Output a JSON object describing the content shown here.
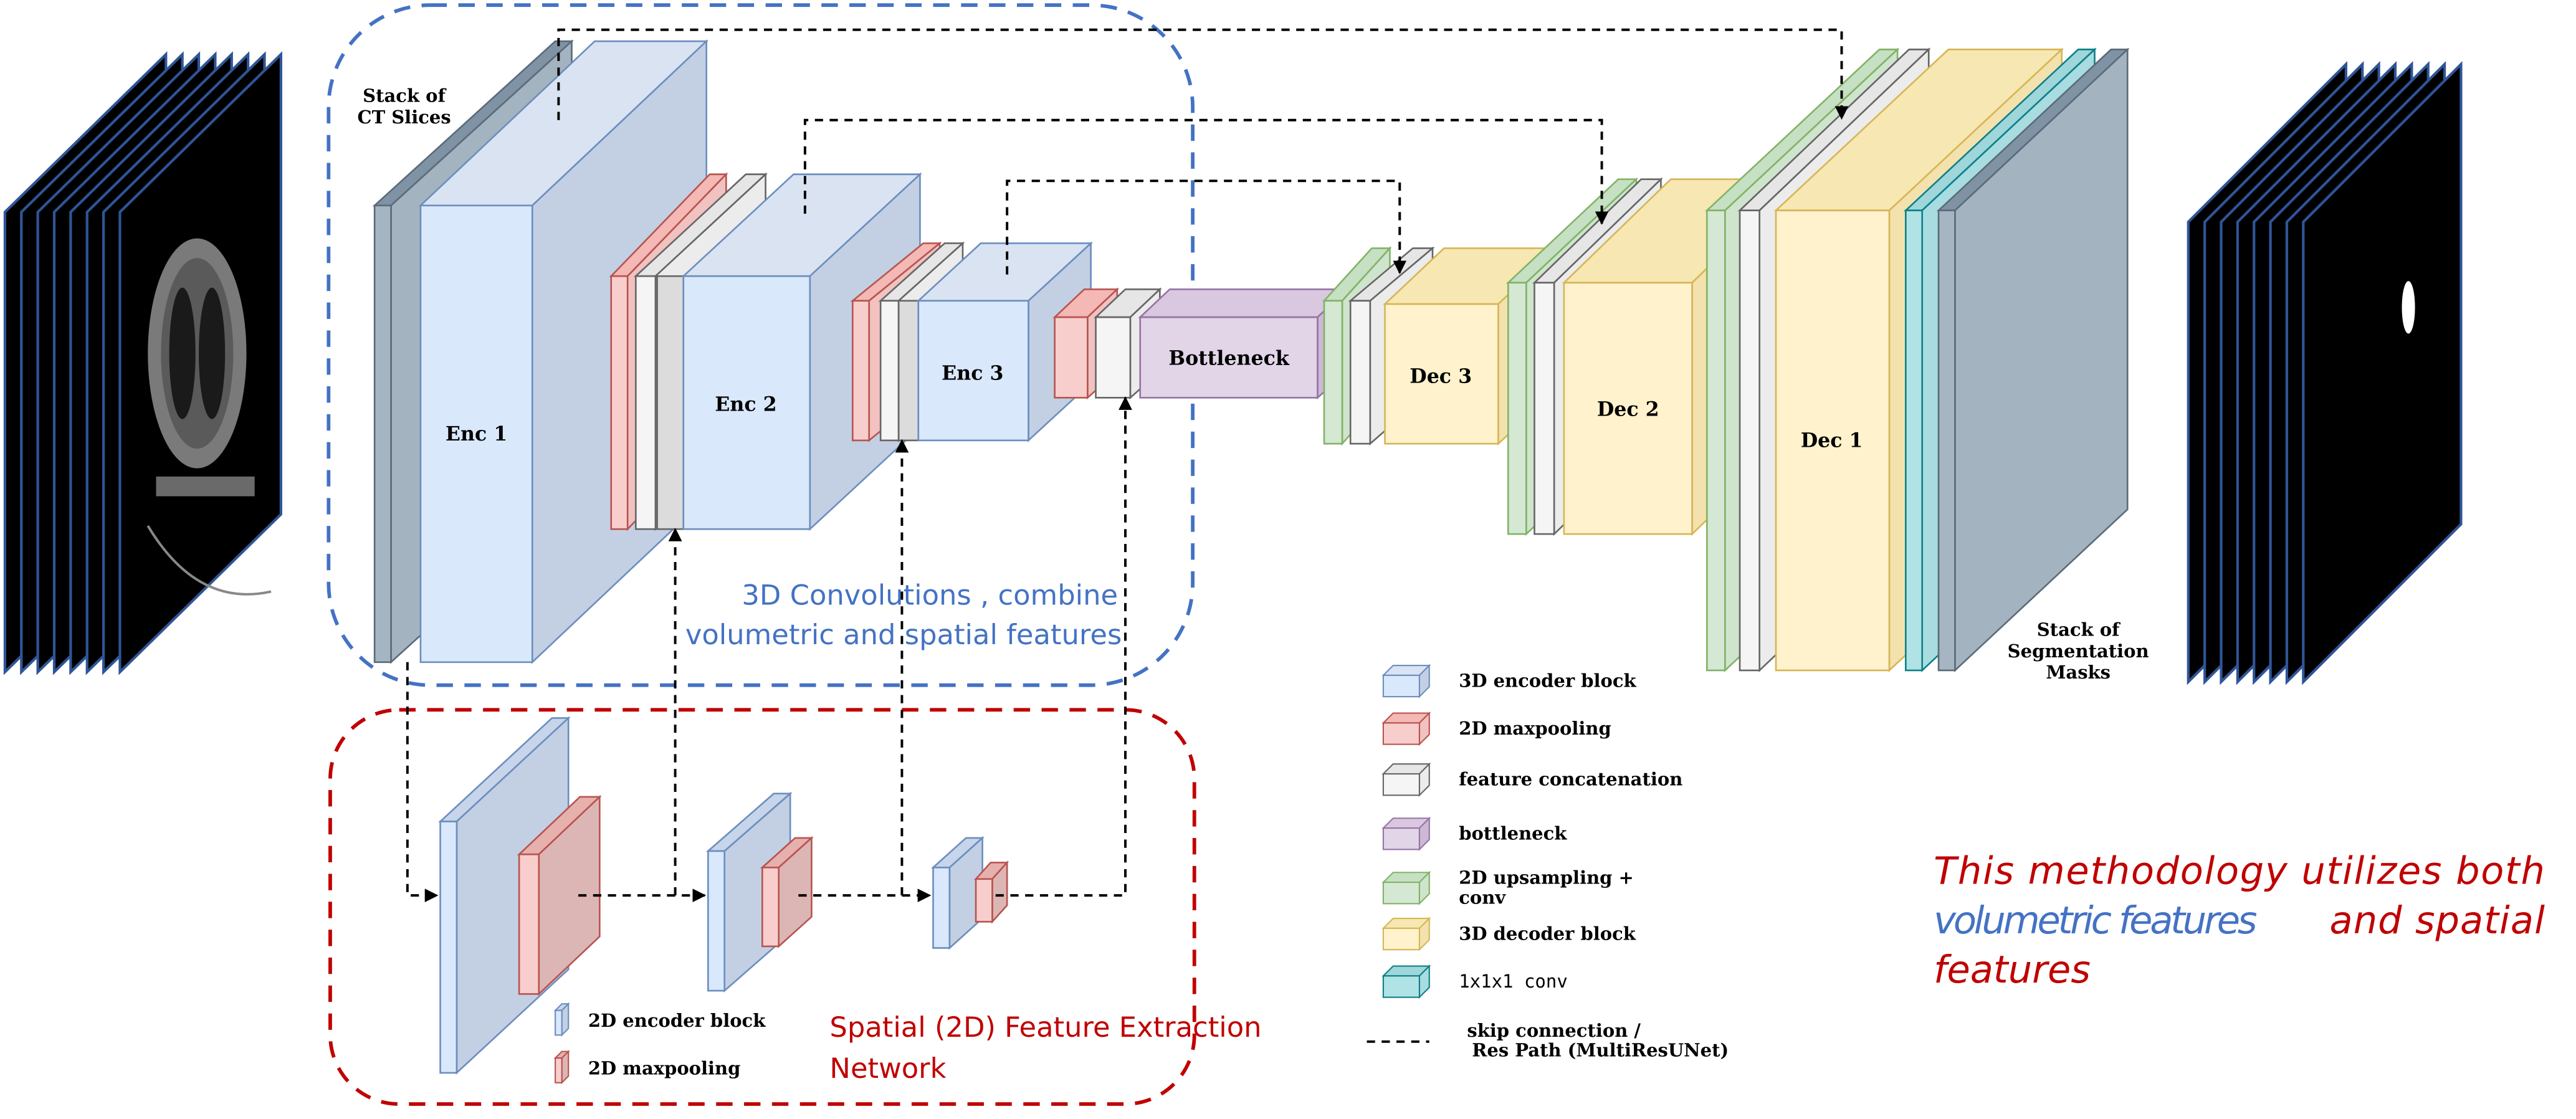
{
  "labels": {
    "stack_ct_line1": "Stack of",
    "stack_ct_line2": "CT Slices",
    "enc1": "Enc 1",
    "enc2": "Enc 2",
    "enc3": "Enc 3",
    "bottleneck": "Bottleneck",
    "dec3": "Dec 3",
    "dec2": "Dec 2",
    "dec1": "Dec 1",
    "stack_seg_line1": "Stack of",
    "stack_seg_line2": "Segmentation",
    "stack_seg_line3": "Masks"
  },
  "regions": {
    "blue_line1": "3D Convolutions , combine",
    "blue_line2": "volumetric and spatial features",
    "red_line1": "Spatial (2D) Feature Extraction",
    "red_line2": "Network"
  },
  "inner_legend": {
    "encoder": "2D encoder block",
    "maxpool": "2D maxpooling"
  },
  "legend": {
    "encoder3d": "3D encoder block",
    "maxpool2d": "2D maxpooling",
    "concat": "feature concatenation",
    "bottleneck": "bottleneck",
    "upsample_l1": "2D upsampling +",
    "upsample_l2": "conv",
    "decoder3d": "3D decoder block",
    "conv1x1": "1x1x1 conv",
    "skip_l1": "skip connection /",
    "skip_l2": "Res Path (MultiResUNet)"
  },
  "note": {
    "line1_a": "This methodology utilizes both",
    "line2_a": "volumetric features",
    "line2_b": "and spatial",
    "line3": "features"
  },
  "colors": {
    "encoder_blue": "#dae8fc",
    "maxpool_red": "#f8cecc",
    "concat_gray": "#f5f5f5",
    "bottleneck_purple": "#e1d5e7",
    "upsample_green": "#d5e8d4",
    "decoder_yellow": "#fff2cc",
    "conv_teal": "#b0e3e6",
    "region_blue": "#4472c4",
    "region_red": "#c00000"
  }
}
